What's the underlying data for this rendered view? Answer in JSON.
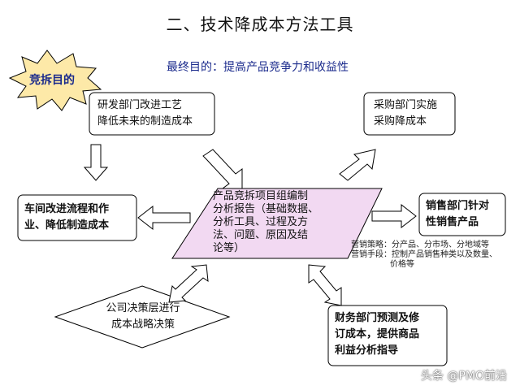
{
  "title": "二、技术降成本方法工具",
  "goal": "最终目的：提高产品竞争力和收益性",
  "burst_label": "竞拆目的",
  "boxes": {
    "rnd": [
      "研发部门改进工艺",
      "降低未来的制造成本"
    ],
    "purchase": [
      "采购部门实施",
      "采购降成本"
    ],
    "workshop": [
      "车间改进流程和作",
      "业、降低制造成本"
    ],
    "sales": [
      "销售部门针对",
      "性销售产品"
    ],
    "center": [
      "产品竞拆项目组编制",
      "分析报告（基础数据、",
      "分析工具、过程及方",
      "法、问题、原因及结",
      "论等）"
    ],
    "decision": [
      "公司决策层进行",
      "成本战略决策"
    ],
    "finance": [
      "财务部门预测及修",
      "订成本，提供商品",
      "利益分析指导"
    ]
  },
  "sales_note": [
    "营销策略：分产品、分市场、分地域等",
    "营销手段：控制产品销售种类以及数量、",
    "价格等"
  ],
  "watermark": "头条 @PMO前沿",
  "colors": {
    "parallelogram_fill": "#f2d9f2",
    "burst_fill": "#fde9a8",
    "burst_text": "#1a2a8c",
    "goal_text": "#1a2a8c",
    "stroke": "#000000"
  }
}
